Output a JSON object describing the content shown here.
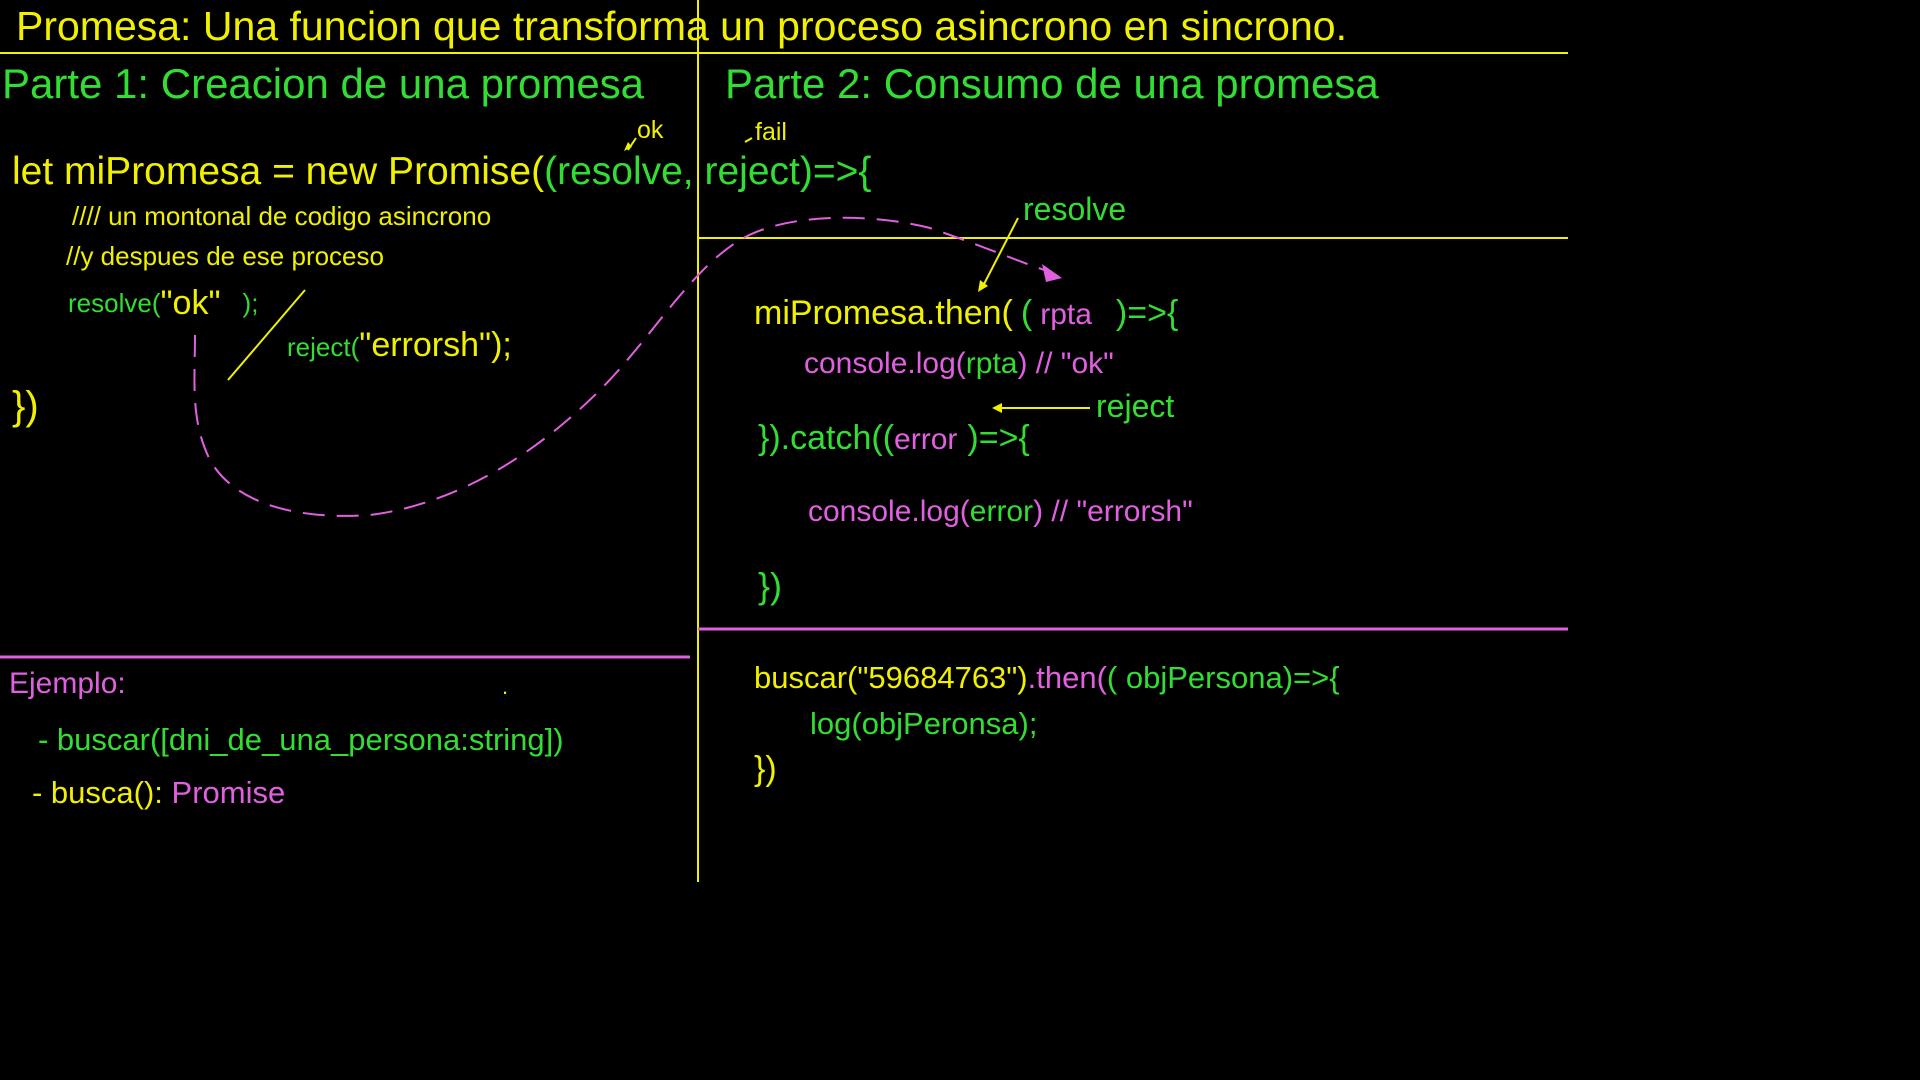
{
  "colors": {
    "background": "#000000",
    "yellow": "#f0f000",
    "green": "#33dd33",
    "magenta": "#e060e0"
  },
  "title": "Promesa: Una funcion que transforma un proceso asincrono en sincrono.",
  "part1": {
    "heading": "Parte 1: Creacion de una promesa",
    "code": {
      "line1_a": "let miPromesa = new Promise(",
      "line1_b": "(resolve, reject)=>{",
      "comment1": "//// un montonal de codigo asincrono",
      "comment2": "//y despues de ese proceso",
      "resolve_call": "resolve(",
      "resolve_value": "\"ok\"",
      "resolve_end": ");",
      "reject_call": "reject(",
      "reject_value": "\"errorsh\");",
      "close": "})"
    },
    "annotations": {
      "ok": "ok",
      "fail": "fail"
    }
  },
  "part2": {
    "heading": "Parte 2: Consumo de una promesa",
    "annotations": {
      "resolve": "resolve",
      "reject": "reject"
    },
    "code": {
      "then_open": "miPromesa.then(",
      "then_paren": "(",
      "then_arg": "rpta",
      "then_arrow": ")=>{",
      "log_rpta_a": "console.log(",
      "log_rpta_b": "rpta",
      "log_rpta_c": ") // \"ok\"",
      "catch_open": "}).catch((",
      "catch_arg": "error",
      "catch_arrow": ")=>{",
      "log_err_a": "console.log(",
      "log_err_b": "error",
      "log_err_c": ") // \"errorsh\"",
      "close": "})"
    }
  },
  "example": {
    "label": "Ejemplo:",
    "item1": "- buscar([dni_de_una_persona:string])",
    "item2_a": "- busca(): ",
    "item2_b": "Promise"
  },
  "example_code": {
    "line1_a": "buscar(\"59684763\")",
    "line1_b": ".then(",
    "line1_c": "( objPersona)=>{",
    "line2": "log(objPeronsa);",
    "line3": "})"
  }
}
